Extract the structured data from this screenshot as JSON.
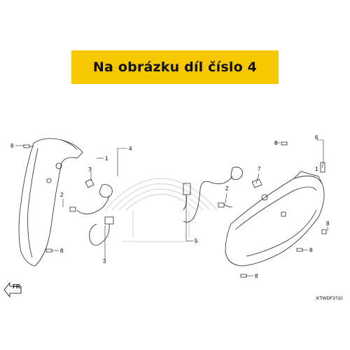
{
  "banner": {
    "text": "Na obrázku díl číslo 4"
  },
  "diagram": {
    "callouts": [
      "8",
      "4",
      "1",
      "7",
      "2",
      "3",
      "8",
      "5",
      "7",
      "2",
      "8",
      "6",
      "1",
      "8",
      "8",
      "8"
    ],
    "catalog_code": "KTWDF3710",
    "direction_label": "FR."
  },
  "colors": {
    "banner_bg": "#f7c800",
    "line": "#222222",
    "watermark": "#d8d8d8"
  }
}
